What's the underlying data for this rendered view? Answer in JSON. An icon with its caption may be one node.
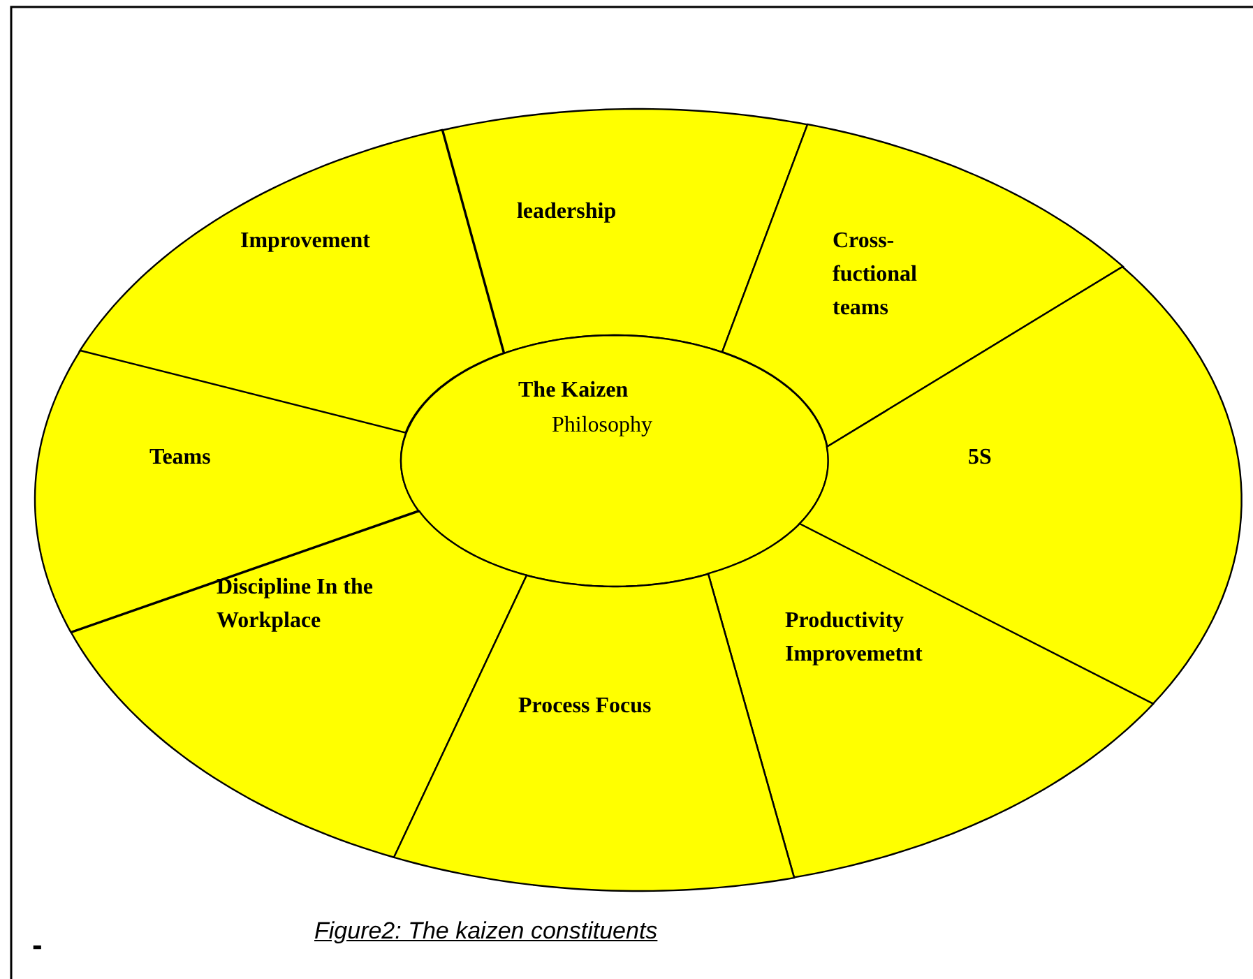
{
  "diagram": {
    "caption": "Figure2: The kaizen constituents",
    "nodes": [
      {
        "text": [
          "Improvement"
        ]
      },
      {
        "text": [
          "leadership"
        ]
      },
      {
        "text": [
          "Cross- fuctional teams"
        ]
      },
      {
        "text": [
          "Teams"
        ]
      },
      {
        "text": [
          "The Kaizen",
          "Philosophy"
        ]
      },
      {
        "text": [
          "5S"
        ]
      },
      {
        "text": [
          "Discipline In the Workplace"
        ]
      },
      {
        "text": [
          "Productivity Improvemetnt"
        ]
      },
      {
        "text": [
          "Process Focus"
        ]
      }
    ],
    "labels": [
      "-"
    ]
  }
}
